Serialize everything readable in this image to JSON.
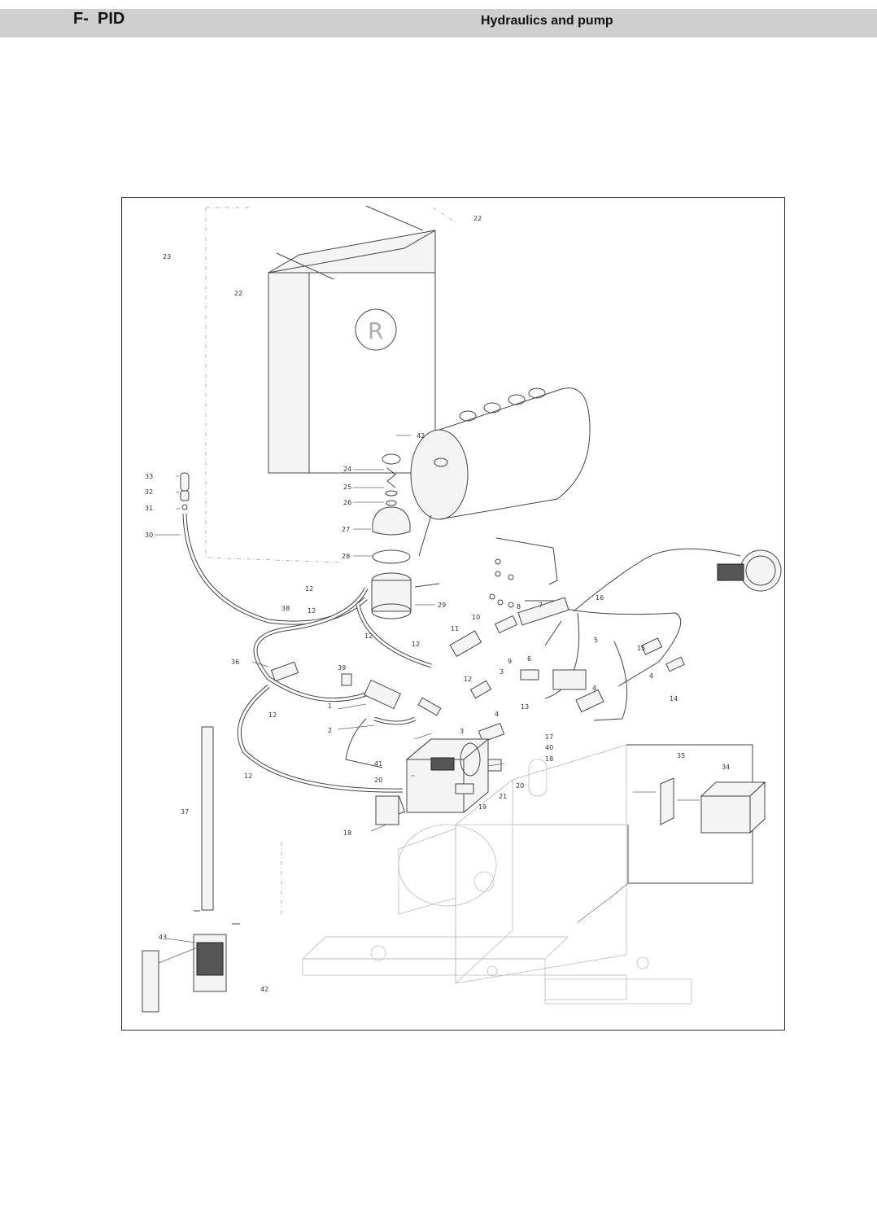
{
  "header": {
    "section": "F-  PID",
    "title": "Hydraulics and pump"
  },
  "diagram": {
    "callouts": [
      {
        "id": "c22a",
        "label": "22"
      },
      {
        "id": "c22b",
        "label": "22"
      },
      {
        "id": "c23",
        "label": "23"
      },
      {
        "id": "c42a",
        "label": "42"
      },
      {
        "id": "c24",
        "label": "24"
      },
      {
        "id": "c25",
        "label": "25"
      },
      {
        "id": "c26",
        "label": "26"
      },
      {
        "id": "c27",
        "label": "27"
      },
      {
        "id": "c28",
        "label": "28"
      },
      {
        "id": "c29",
        "label": "29"
      },
      {
        "id": "c33",
        "label": "33"
      },
      {
        "id": "c32",
        "label": "32"
      },
      {
        "id": "c31",
        "label": "31"
      },
      {
        "id": "c30",
        "label": "30"
      },
      {
        "id": "c12a",
        "label": "12"
      },
      {
        "id": "c38",
        "label": "38"
      },
      {
        "id": "c12b",
        "label": "12"
      },
      {
        "id": "c36",
        "label": "36"
      },
      {
        "id": "c39",
        "label": "39"
      },
      {
        "id": "c1",
        "label": "1"
      },
      {
        "id": "c12c",
        "label": "12"
      },
      {
        "id": "c12d",
        "label": "12"
      },
      {
        "id": "c12e",
        "label": "12"
      },
      {
        "id": "c2",
        "label": "2"
      },
      {
        "id": "c3a",
        "label": "3"
      },
      {
        "id": "c11",
        "label": "11"
      },
      {
        "id": "c10",
        "label": "10"
      },
      {
        "id": "c8",
        "label": "8"
      },
      {
        "id": "c7",
        "label": "7"
      },
      {
        "id": "c16",
        "label": "16"
      },
      {
        "id": "c9",
        "label": "9"
      },
      {
        "id": "c6",
        "label": "6"
      },
      {
        "id": "c5",
        "label": "5"
      },
      {
        "id": "c15",
        "label": "15"
      },
      {
        "id": "c4a",
        "label": "4"
      },
      {
        "id": "c3b",
        "label": "3"
      },
      {
        "id": "c4b",
        "label": "4"
      },
      {
        "id": "c13",
        "label": "13"
      },
      {
        "id": "c4c",
        "label": "4"
      },
      {
        "id": "c14",
        "label": "14"
      },
      {
        "id": "c17",
        "label": "17"
      },
      {
        "id": "c40",
        "label": "40"
      },
      {
        "id": "c18a",
        "label": "18"
      },
      {
        "id": "c41",
        "label": "41"
      },
      {
        "id": "c20a",
        "label": "20"
      },
      {
        "id": "c20b",
        "label": "20"
      },
      {
        "id": "c21",
        "label": "21"
      },
      {
        "id": "c19",
        "label": "19"
      },
      {
        "id": "c18b",
        "label": "18"
      },
      {
        "id": "c12f",
        "label": "12"
      },
      {
        "id": "c37",
        "label": "37"
      },
      {
        "id": "c35",
        "label": "35"
      },
      {
        "id": "c34",
        "label": "34"
      },
      {
        "id": "c43",
        "label": "43"
      },
      {
        "id": "c42b",
        "label": "42"
      },
      {
        "id": "c12g",
        "label": "12"
      }
    ]
  }
}
